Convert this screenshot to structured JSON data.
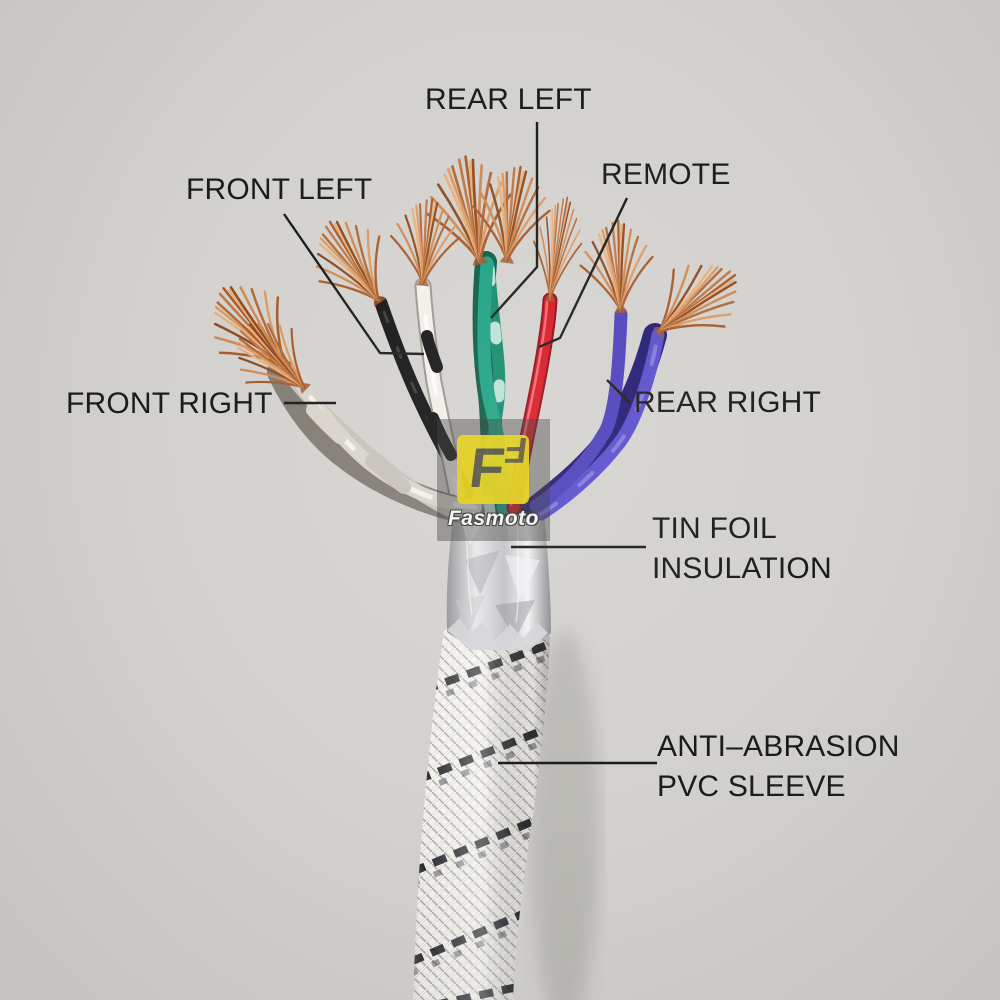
{
  "labels": {
    "rear_left": "REAR LEFT",
    "front_left": "FRONT LEFT",
    "remote": "REMOTE",
    "front_right": "FRONT RIGHT",
    "rear_right": "REAR RIGHT",
    "tin_foil": {
      "line1": "TIN FOIL",
      "line2": "INSULATION"
    },
    "pvc_sleeve": {
      "line1": "ANTI–ABRASION",
      "line2": "PVC SLEEVE"
    }
  },
  "watermark": {
    "letter": "F",
    "brand": "Fasmoto"
  },
  "wires": {
    "front_right": {
      "label": "FRONT RIGHT",
      "type": "twisted pair",
      "insulation": "grey"
    },
    "front_left": {
      "label": "FRONT LEFT",
      "type": "twisted pair",
      "insulation": "black / white"
    },
    "rear_left": {
      "label": "REAR LEFT",
      "type": "twisted pair",
      "insulation": "green"
    },
    "remote": {
      "label": "REMOTE",
      "type": "single wire",
      "insulation": "red"
    },
    "rear_right": {
      "label": "REAR RIGHT",
      "type": "twisted pair",
      "insulation": "blue"
    }
  },
  "colors": {
    "background": "#d4d2ce",
    "label_text": "#1b1b1b",
    "copper": "#c07a45",
    "wire_front_right": "#d8d4cd",
    "wire_front_left_black": "#161616",
    "wire_front_left_white": "#f1efe9",
    "wire_rear_left": "#1da183",
    "wire_remote": "#d61824",
    "wire_rear_right": "#4d41bb",
    "logo_yellow": "#e5d216"
  }
}
